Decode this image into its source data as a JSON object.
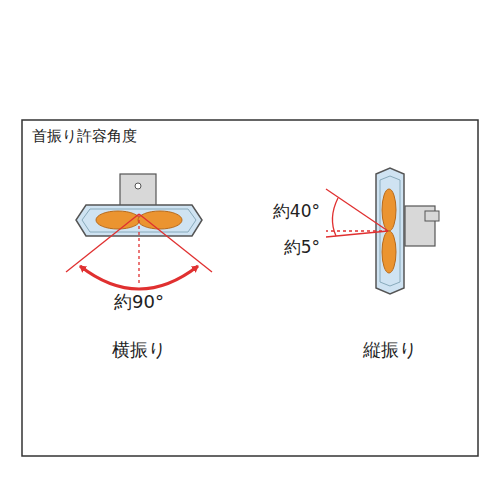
{
  "diagram": {
    "title": "首振り許容角度",
    "labels": [
      "約90°",
      "横振り",
      "約40°",
      "約5°",
      "縦振り"
    ]
  }
}
